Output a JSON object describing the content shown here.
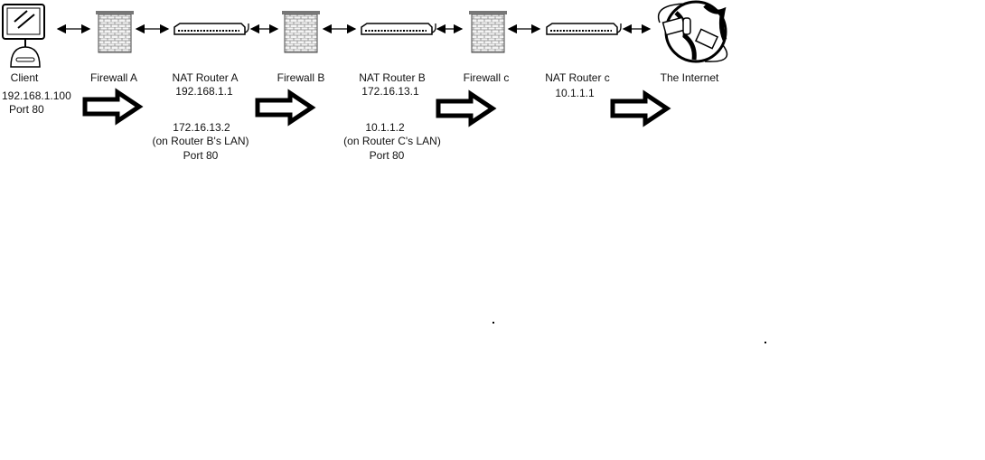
{
  "nodes": [
    {
      "label": "Client",
      "lines": [
        "192.168.1.100",
        "Port 80"
      ]
    },
    {
      "label": "Firewall A"
    },
    {
      "label": "NAT Router A",
      "lines": [
        "192.168.1.1"
      ],
      "lan_lines": [
        "172.16.13.2",
        "(on Router B's LAN)",
        "Port 80"
      ]
    },
    {
      "label": "Firewall B"
    },
    {
      "label": "NAT Router B",
      "lines": [
        "172.16.13.1"
      ],
      "lan_lines": [
        "10.1.1.2",
        "(on Router C's LAN)",
        "Port 80"
      ]
    },
    {
      "label": "Firewall c"
    },
    {
      "label": "NAT Router c",
      "lines": [
        "10.1.1.1"
      ]
    },
    {
      "label": "The Internet"
    }
  ],
  "icons": [
    "monitor-icon",
    "firewall-icon",
    "router-icon",
    "globe-icon"
  ],
  "colors": {
    "stroke": "#000000",
    "firewall_fill": "#f2f2f2",
    "firewall_cap": "#777777"
  }
}
